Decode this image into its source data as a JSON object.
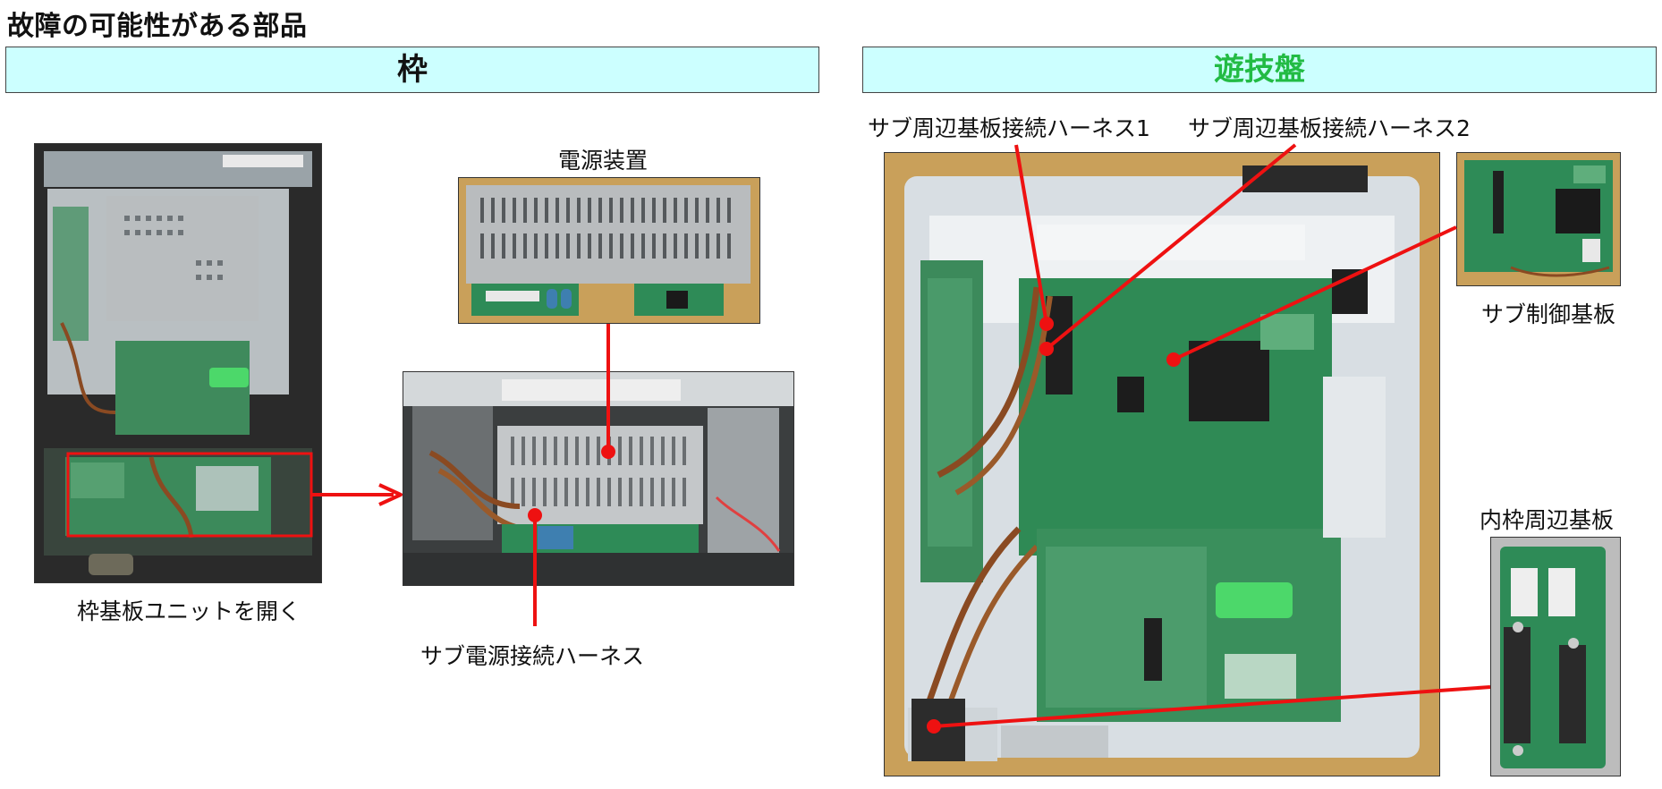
{
  "page": {
    "title": "故障の可能性がある部品"
  },
  "sections": {
    "frame": {
      "header": "枠",
      "header_color": "#111111"
    },
    "board": {
      "header": "遊技盤",
      "header_color": "#22bb44"
    }
  },
  "labels": {
    "open_unit": "枠基板ユニットを開く",
    "power_supply": "電源装置",
    "sub_power_harness": "サブ電源接続ハーネス",
    "sub_harness_1": "サブ周辺基板接続ハーネス1",
    "sub_harness_2": "サブ周辺基板接続ハーネス2",
    "sub_control_board": "サブ制御基板",
    "inner_frame_board": "内枠周辺基板"
  },
  "colors": {
    "accent_red": "#ee1111",
    "header_bg": "#ccffff",
    "pcb_green": "#2e8b57",
    "wood": "#c9a05a"
  }
}
